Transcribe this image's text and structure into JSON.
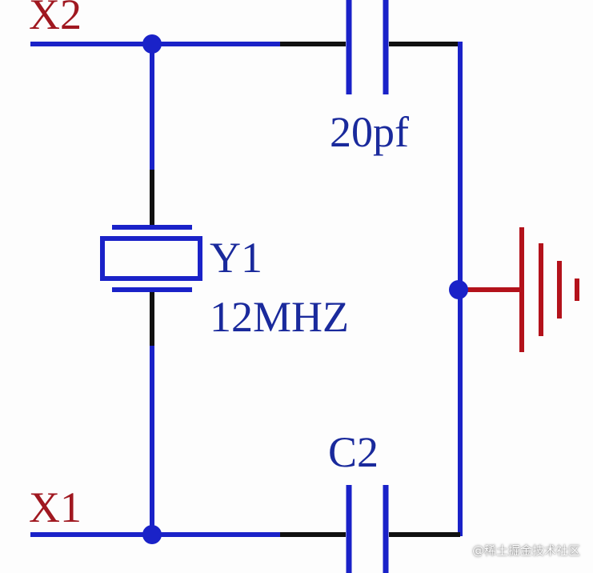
{
  "colors": {
    "wire": "#1a22c8",
    "lead": "#111111",
    "ground": "#b3121b",
    "label_blue": "#1a2a9c",
    "label_red": "#a01820",
    "background": "#fdfdfd"
  },
  "labels": {
    "net_x2": "X2",
    "net_x1": "X1",
    "cap_top_value": "20pf",
    "cap_bottom_ref": "C2",
    "crystal_ref": "Y1",
    "crystal_value": "12MHZ"
  },
  "watermark": "@稀土掘金技术社区",
  "icons": {
    "ground": "ground-symbol-icon",
    "crystal": "crystal-oscillator-icon",
    "capacitor": "capacitor-icon"
  }
}
